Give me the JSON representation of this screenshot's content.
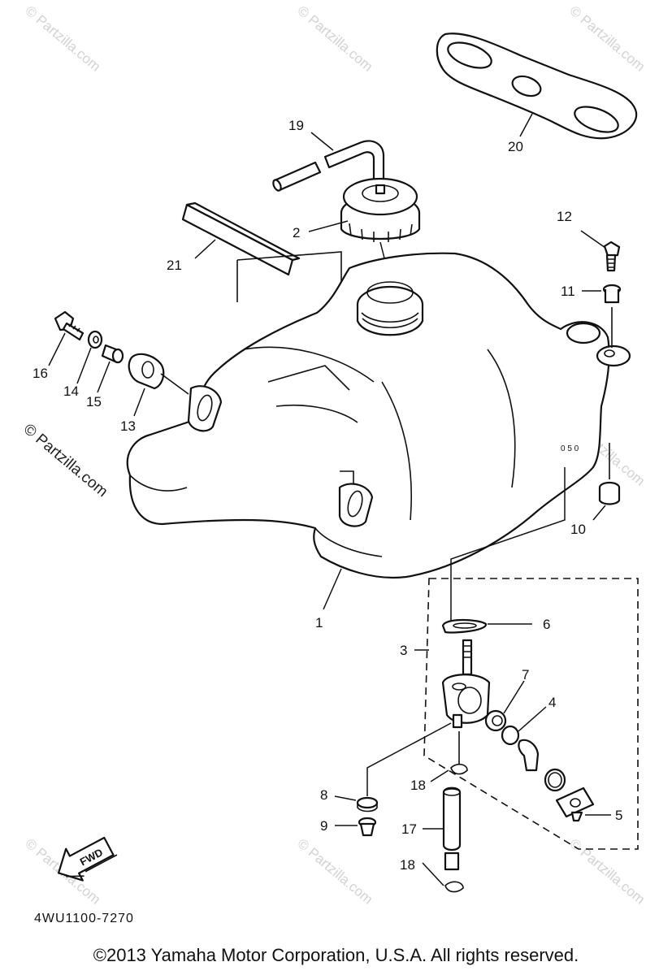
{
  "watermark": {
    "small_text": "© Partzilla.com",
    "large_text": "© Partzilla.com"
  },
  "callouts": {
    "c1": "1",
    "c2": "2",
    "c3": "3",
    "c4": "4",
    "c5": "5",
    "c6": "6",
    "c7": "7",
    "c8": "8",
    "c9": "9",
    "c10": "10",
    "c11": "11",
    "c12": "12",
    "c13": "13",
    "c14": "14",
    "c15": "15",
    "c16": "16",
    "c17": "17",
    "c18a": "18",
    "c18b": "18",
    "c19": "19",
    "c20": "20",
    "c21": "21"
  },
  "fwd_label": "FWD",
  "diagram_code": "4WU1100-7270",
  "copyright": "©2013 Yamaha Motor Corporation, U.S.A. All rights reserved."
}
